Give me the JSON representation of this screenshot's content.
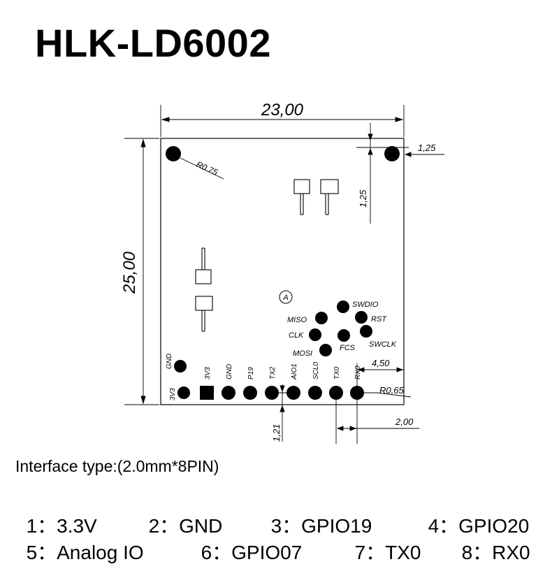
{
  "title": "HLK-LD6002",
  "drawing": {
    "dim_width": "23,00",
    "dim_height": "25,00",
    "dim_hole_radius": "R0.75",
    "dim_hole_offset_x": "1,25",
    "dim_hole_offset_y": "1,25",
    "dim_pad_radius": "R0,65",
    "dim_pin_offset_x": "4,50",
    "dim_pin_pitch": "2,00",
    "dim_pin_offset_y": "1,21",
    "marker": "A",
    "header_labels": [
      "3V3",
      "GND",
      "P19",
      "TX2",
      "AIO1",
      "SCL0",
      "TX0",
      "RX0"
    ],
    "left_pad_labels": [
      "GND",
      "3V3"
    ],
    "signal_labels": [
      "SWDIO",
      "MISO",
      "RST",
      "CLK",
      "FCS",
      "SWCLK",
      "MOSI"
    ]
  },
  "interface": {
    "title": "Interface type:(2.0mm*8PIN)",
    "row1": [
      "1：3.3V",
      "2：GND",
      "3：GPIO19",
      "4：GPIO20"
    ],
    "row2": [
      "5：Analog IO",
      "6：GPIO07",
      "7：TX0",
      "8：RX0"
    ]
  }
}
